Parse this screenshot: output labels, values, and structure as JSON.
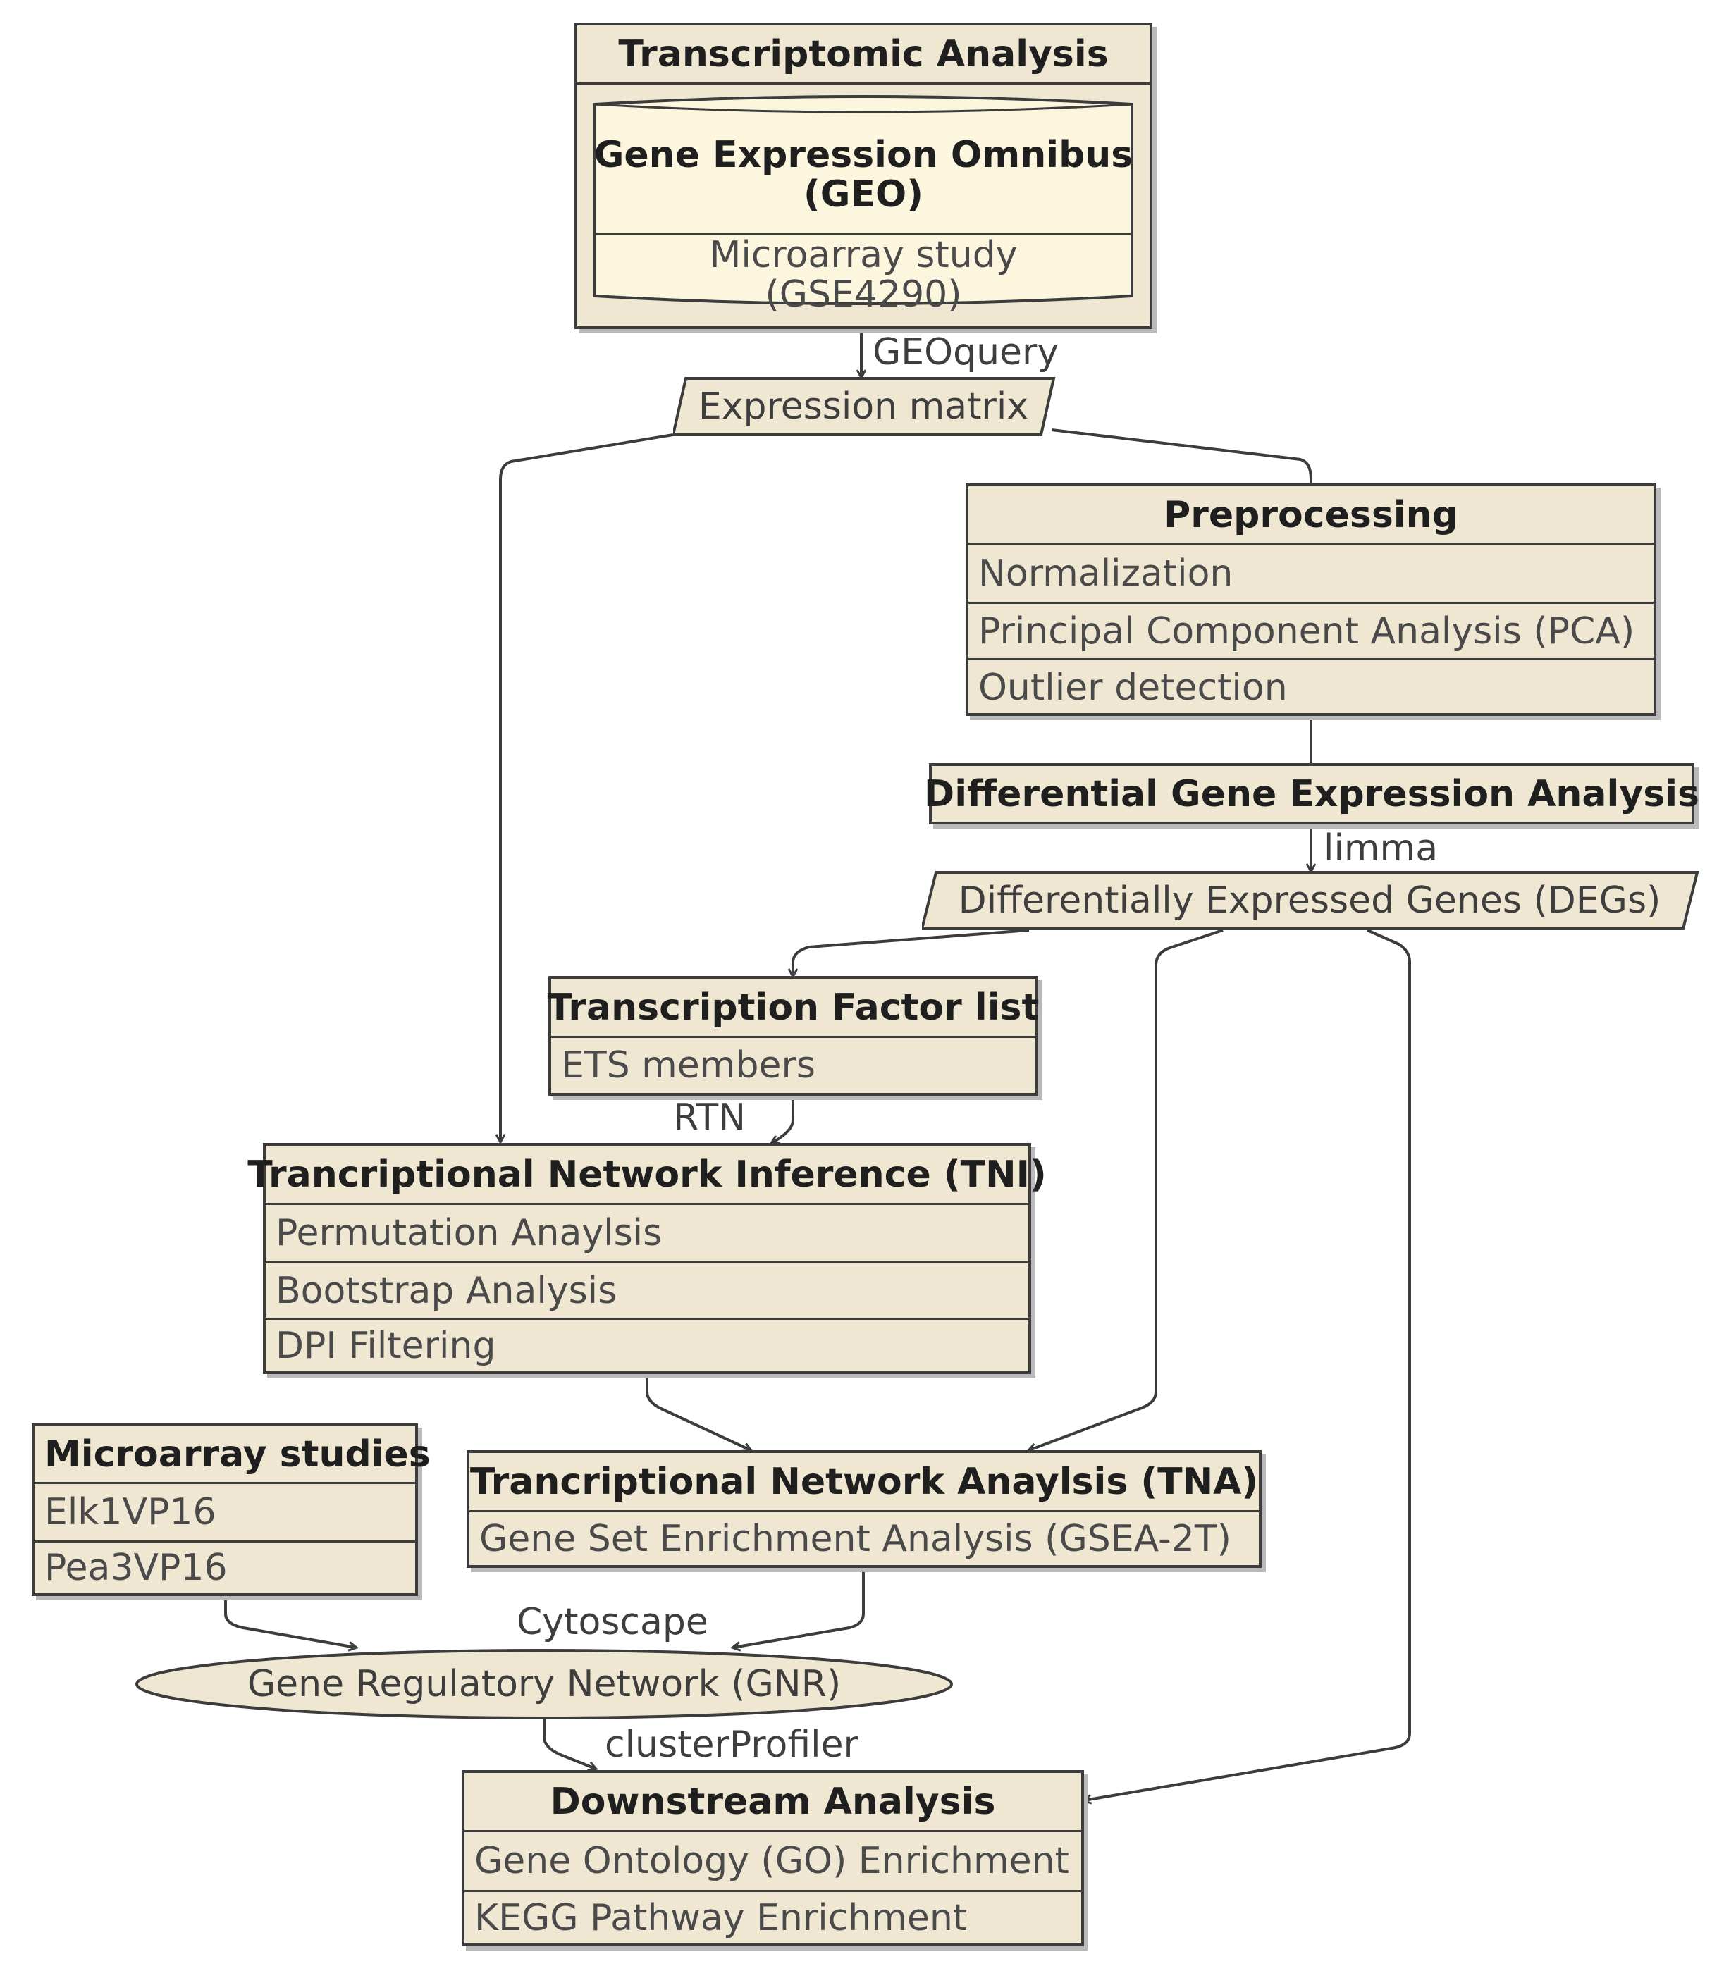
{
  "transcriptomic": {
    "title": "Transcriptomic Analysis",
    "db_title_line1": "Gene Expression Omnibus",
    "db_title_line2": "(GEO)",
    "db_line1": "Microarray study",
    "db_line2": "(GSE4290)"
  },
  "edges": {
    "geoquery": "GEOquery",
    "limma": "limma",
    "rtn": "RTN",
    "cytoscape": "Cytoscape",
    "clusterprofiler": "clusterProfiler"
  },
  "expression_matrix": "Expression matrix",
  "preprocessing": {
    "title": "Preprocessing",
    "items": [
      "Normalization",
      "Principal Component Analysis (PCA)",
      "Outlier detection"
    ]
  },
  "dgea": {
    "title": "Differential Gene Expression Analysis"
  },
  "degs": "Differentially Expressed Genes (DEGs)",
  "tf_list": {
    "title": "Transcription Factor list",
    "items": [
      "ETS members"
    ]
  },
  "tni": {
    "title": "Trancriptional Network Inference (TNI)",
    "items": [
      "Permutation Anaylsis",
      "Bootstrap Analysis",
      "DPI Filtering"
    ]
  },
  "microarray": {
    "title": "Microarray studies",
    "items": [
      "Elk1VP16",
      "Pea3VP16"
    ]
  },
  "tna": {
    "title": "Trancriptional Network Anaylsis (TNA)",
    "items": [
      "Gene Set Enrichment Analysis (GSEA-2T)"
    ]
  },
  "gnr": "Gene Regulatory Network (GNR)",
  "downstream": {
    "title": "Downstream Analysis",
    "items": [
      "Gene Ontology (GO) Enrichment",
      "KEGG Pathway Enrichment"
    ]
  }
}
